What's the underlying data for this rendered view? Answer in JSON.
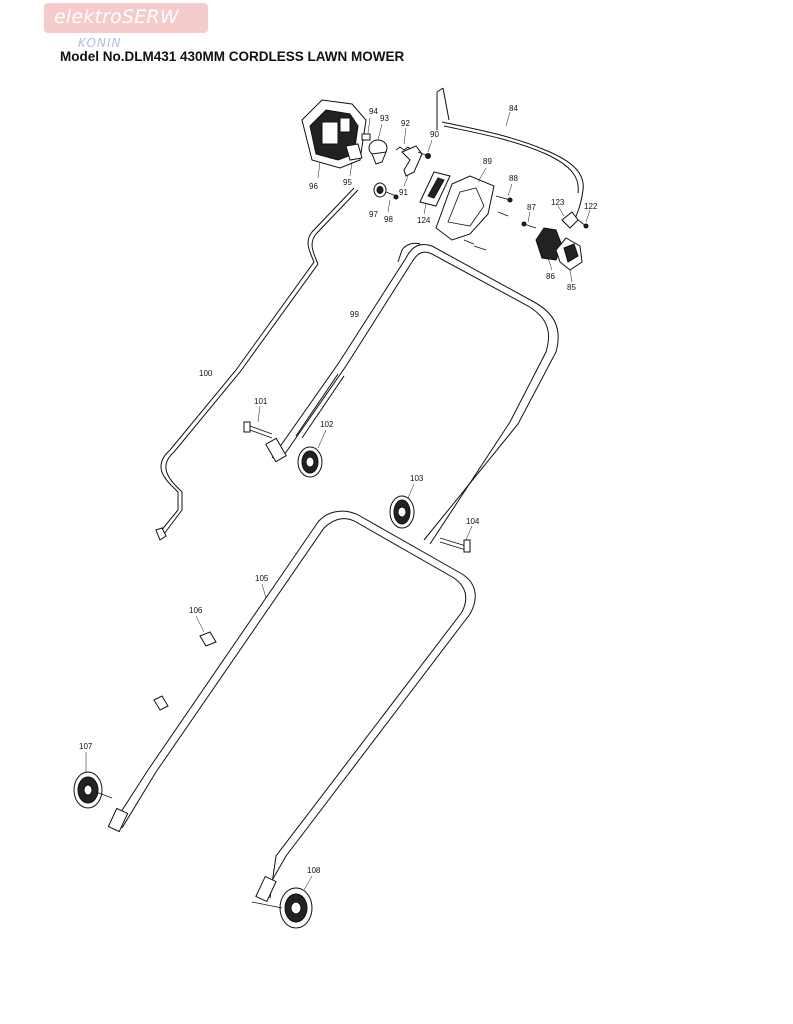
{
  "logo": {
    "text": "elektroSERW",
    "subtext": "KONIN"
  },
  "title": "Model No.DLM431 430MM CORDLESS LAWN MOWER",
  "parts": {
    "p84": "84",
    "p85": "85",
    "p86": "86",
    "p87": "87",
    "p88": "88",
    "p89": "89",
    "p90": "90",
    "p91": "91",
    "p92": "92",
    "p93": "93",
    "p94": "94",
    "p95": "95",
    "p96": "96",
    "p97": "97",
    "p98": "98",
    "p99": "99",
    "p100": "100",
    "p101": "101",
    "p102": "102",
    "p103": "103",
    "p104": "104",
    "p105": "105",
    "p106": "106",
    "p107": "107",
    "p108": "108",
    "p122": "122",
    "p123": "123",
    "p124": "124"
  }
}
